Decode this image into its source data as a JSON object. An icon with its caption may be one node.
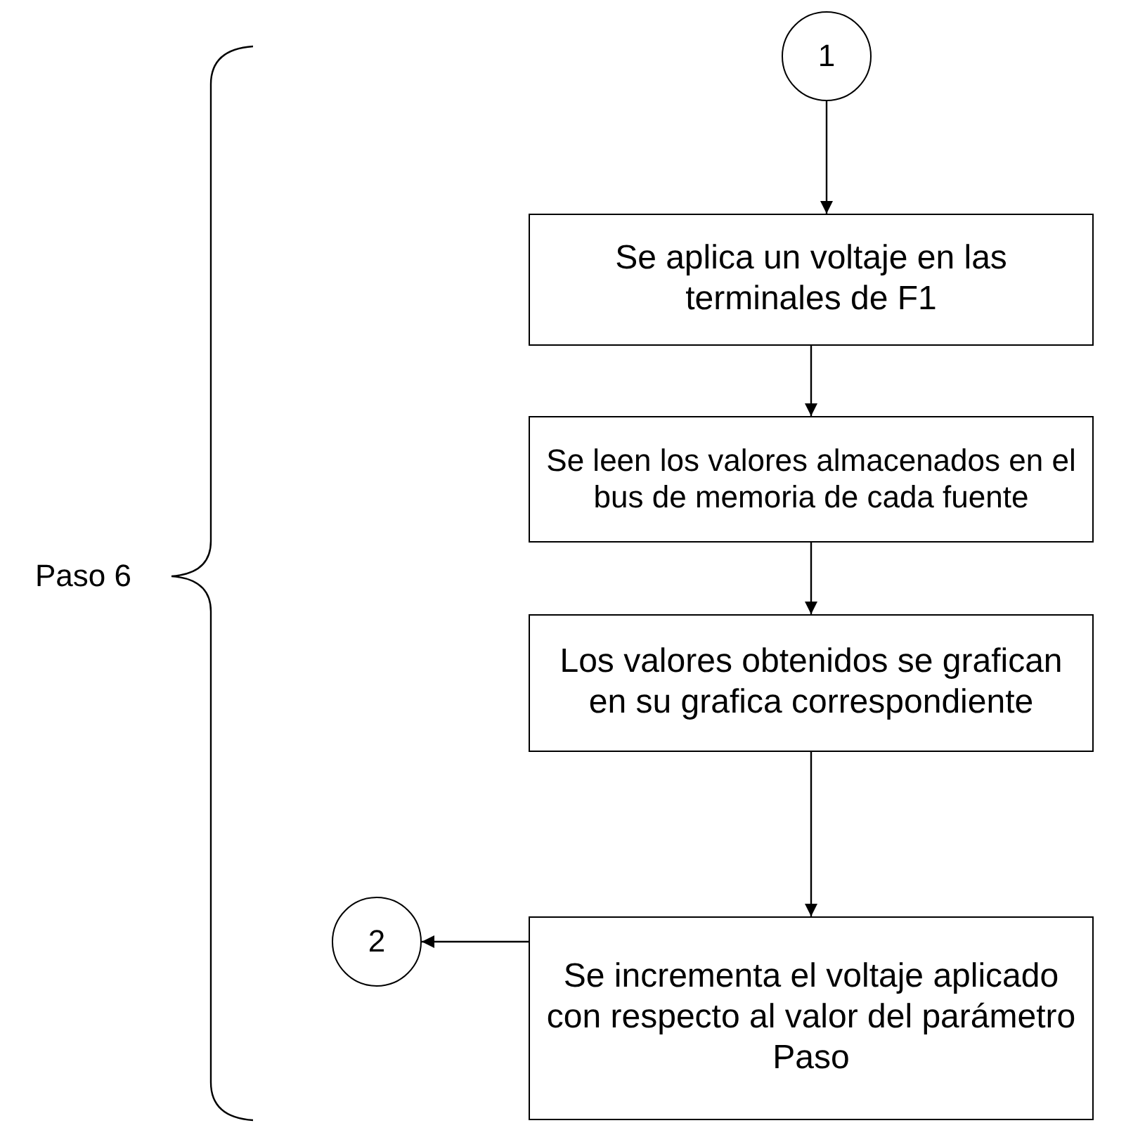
{
  "diagram": {
    "nodes": [
      {
        "text": [
          "1"
        ]
      },
      {
        "text": [
          "Se aplica un voltaje en las terminales de F1"
        ]
      },
      {
        "text": [
          "Se leen los valores almacenados en el bus de memoria de cada fuente"
        ]
      },
      {
        "text": [
          "Los valores obtenidos se grafican en su grafica correspondiente"
        ]
      },
      {
        "text": [
          "Se incrementa el voltaje aplicado con respecto al valor del parámetro Paso"
        ]
      },
      {
        "text": [
          "2"
        ]
      }
    ],
    "edges": [
      {
        "from": 0,
        "to": 1,
        "arrow": "to"
      },
      {
        "from": 1,
        "to": 2,
        "arrow": "to"
      },
      {
        "from": 2,
        "to": 3,
        "arrow": "to"
      },
      {
        "from": 3,
        "to": 4,
        "arrow": "to"
      },
      {
        "from": 4,
        "to": 5,
        "arrow": "to"
      }
    ],
    "labels": [
      "Paso 6"
    ]
  }
}
